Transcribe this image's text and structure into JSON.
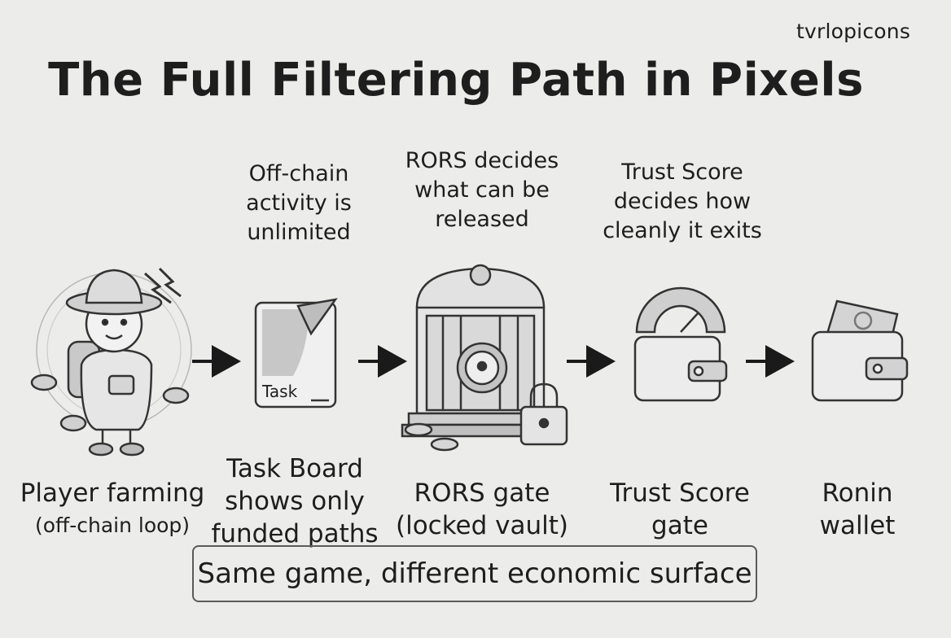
{
  "brand": "tvrlopicons",
  "title": "The Full Filtering Path in Pixels",
  "annotations": [
    {
      "lines": [
        "Off-chain",
        "activity is",
        "unlimited"
      ]
    },
    {
      "lines": [
        "RORS decides",
        "what can be",
        "released"
      ]
    },
    {
      "lines": [
        "Trust Score",
        "decides how",
        "cleanly it exits"
      ]
    }
  ],
  "stages": [
    {
      "lines": [
        "Player farming",
        "(off-chain loop)"
      ],
      "icon": "player-farming-icon"
    },
    {
      "lines": [
        "Task Board",
        "shows only",
        "funded paths"
      ],
      "icon": "task-board-icon"
    },
    {
      "lines": [
        "RORS gate",
        "(locked vault)"
      ],
      "icon": "vault-gate-icon"
    },
    {
      "lines": [
        "Trust Score",
        "gate"
      ],
      "icon": "trust-score-wallet-icon"
    },
    {
      "lines": [
        "Ronin",
        "wallet"
      ],
      "icon": "ronin-wallet-icon"
    }
  ],
  "task_card_label": "Task",
  "footer": "Same game, different economic surface"
}
